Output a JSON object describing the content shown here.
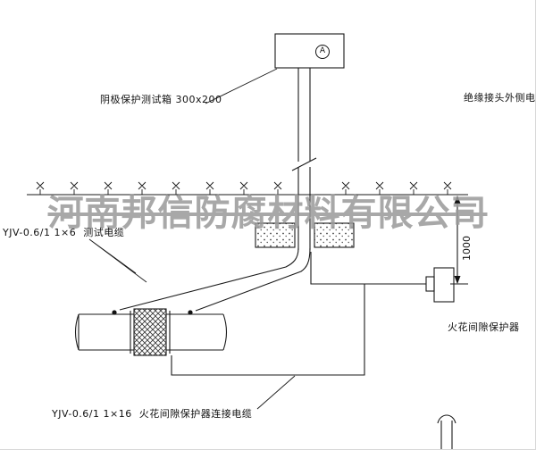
{
  "diagram": {
    "watermark": "河南邦信防腐材料有限公司",
    "meter_symbol": "A",
    "labels": {
      "test_box": "阴极保护测试箱 300x200",
      "insulated_joint_cable": "绝缘接头外侧电缆",
      "test_cable": "YJV-0.6/1 1×6  测试电缆",
      "dimension_1000": "1000",
      "spark_gap_protector": "火花间隙保护器",
      "spark_gap_cable": "YJV-0.6/1 1×16  火花间隙保护器连接电缆"
    },
    "colors": {
      "line": "#1a1a1a",
      "background": "#ffffff",
      "watermark": "#9a9a9a"
    }
  }
}
